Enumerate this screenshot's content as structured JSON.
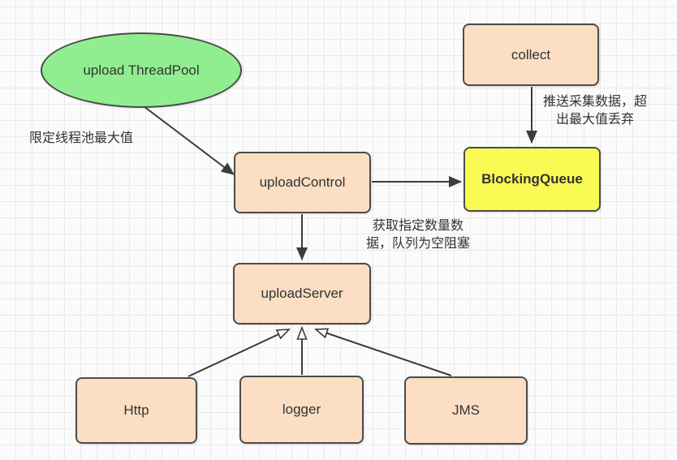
{
  "diagram": {
    "nodes": {
      "threadpool": {
        "label": "upload ThreadPool",
        "shape": "ellipse",
        "fill": "#90ee90"
      },
      "collect": {
        "label": "collect",
        "shape": "rectangle",
        "fill": "#fbdec3"
      },
      "uploadControl": {
        "label": "uploadControl",
        "shape": "rectangle",
        "fill": "#fbdec3"
      },
      "blockingQueue": {
        "label": "BlockingQueue",
        "shape": "rectangle",
        "fill": "#fafa55",
        "bold": true
      },
      "uploadServer": {
        "label": "uploadServer",
        "shape": "rectangle",
        "fill": "#fbdec3"
      },
      "http": {
        "label": "Http",
        "shape": "rectangle",
        "fill": "#fbdec3"
      },
      "logger": {
        "label": "logger",
        "shape": "rectangle",
        "fill": "#fbdec3"
      },
      "jms": {
        "label": "JMS",
        "shape": "rectangle",
        "fill": "#fbdec3"
      }
    },
    "annotations": {
      "limit_threadpool": "限定线程池最大值",
      "push_data": "推送采集数据，超\n出最大值丢弃",
      "fetch_data": "获取指定数量数\n据，队列为空阻塞"
    },
    "edges": [
      {
        "from": "threadpool",
        "to": "uploadControl",
        "arrowhead": "filled"
      },
      {
        "from": "collect",
        "to": "blockingQueue",
        "arrowhead": "filled"
      },
      {
        "from": "uploadControl",
        "to": "blockingQueue",
        "arrowhead": "filled"
      },
      {
        "from": "uploadControl",
        "to": "uploadServer",
        "arrowhead": "filled"
      },
      {
        "from": "logger",
        "to": "uploadServer",
        "arrowhead": "hollow"
      },
      {
        "from": "http",
        "to": "uploadServer",
        "arrowhead": "hollow"
      },
      {
        "from": "jms",
        "to": "uploadServer",
        "arrowhead": "hollow"
      }
    ],
    "colors": {
      "node_border": "#4b4b4b",
      "edge_stroke": "#3c3c3c",
      "peach_fill": "#fbdec3",
      "green_fill": "#90ee90",
      "yellow_fill": "#fafa55",
      "grid_line": "#e9e9e9",
      "text": "#333333"
    }
  }
}
